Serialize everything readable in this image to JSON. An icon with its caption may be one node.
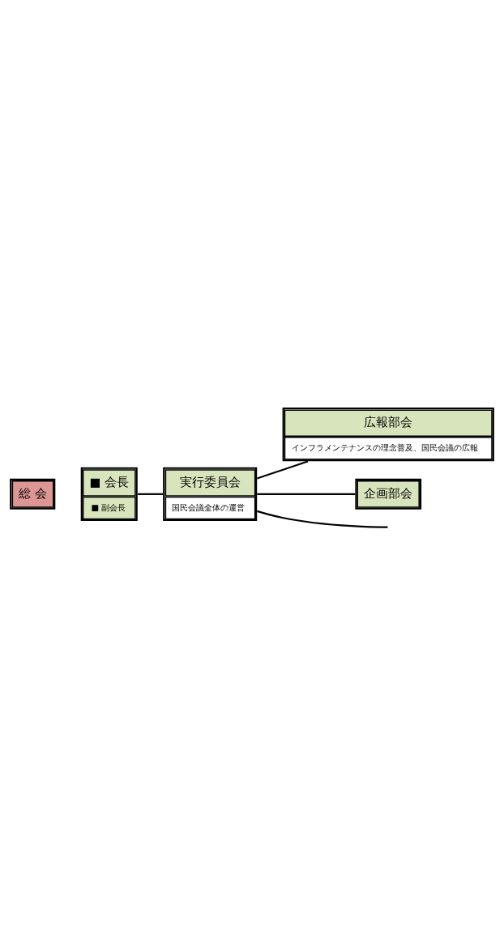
{
  "diagram": {
    "nodes": [
      {
        "text": [
          "総 会"
        ]
      },
      {
        "text": [
          "■ 会長",
          "■ 副会長"
        ]
      },
      {
        "text": [
          "実行委員会",
          "国民会議全体の運営"
        ]
      },
      {
        "text": [
          "広報部会",
          "インフラメンテナンスの理念普及、国民会議の広報"
        ]
      },
      {
        "text": [
          "企画部会"
        ]
      }
    ],
    "edges": [
      {
        "from": 1,
        "to": 2,
        "arrow": "none"
      },
      {
        "from": 2,
        "to": null,
        "arrow": "none"
      },
      {
        "from": 2,
        "to": 3,
        "arrow": "none"
      },
      {
        "from": 2,
        "to": 4,
        "arrow": "none"
      }
    ]
  }
}
